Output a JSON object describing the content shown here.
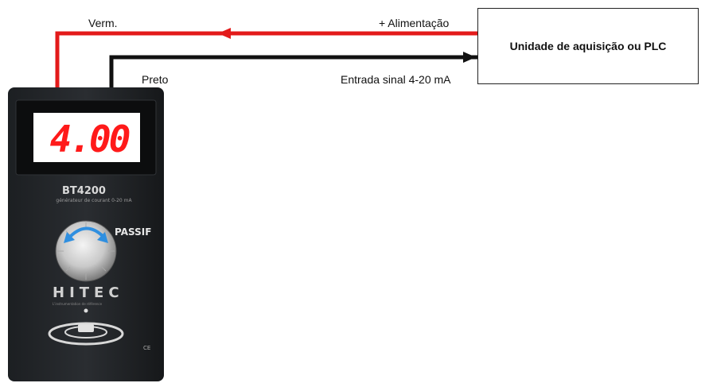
{
  "colors": {
    "red_wire": "#e31b1b",
    "black_wire": "#111111",
    "display_red": "#ff1a1a"
  },
  "wires": {
    "red_label": "Verm.",
    "black_label": "Preto",
    "power_label": "+ Alimentação",
    "signal_label": "Entrada sinal 4-20 mA"
  },
  "plc": {
    "title": "Unidade de aquisição ou PLC"
  },
  "device": {
    "display_value": "4.00",
    "model": "BT4200",
    "description": "générateur de courant 0-20 mA",
    "mode": "PASSIF",
    "brand": "HITEC",
    "brand_tagline": "L'instrumentation de référence",
    "ce_mark": "CE",
    "icons": [
      "rotary-knob-icon",
      "rotation-arrows-icon",
      "brand-logo-icon"
    ]
  }
}
